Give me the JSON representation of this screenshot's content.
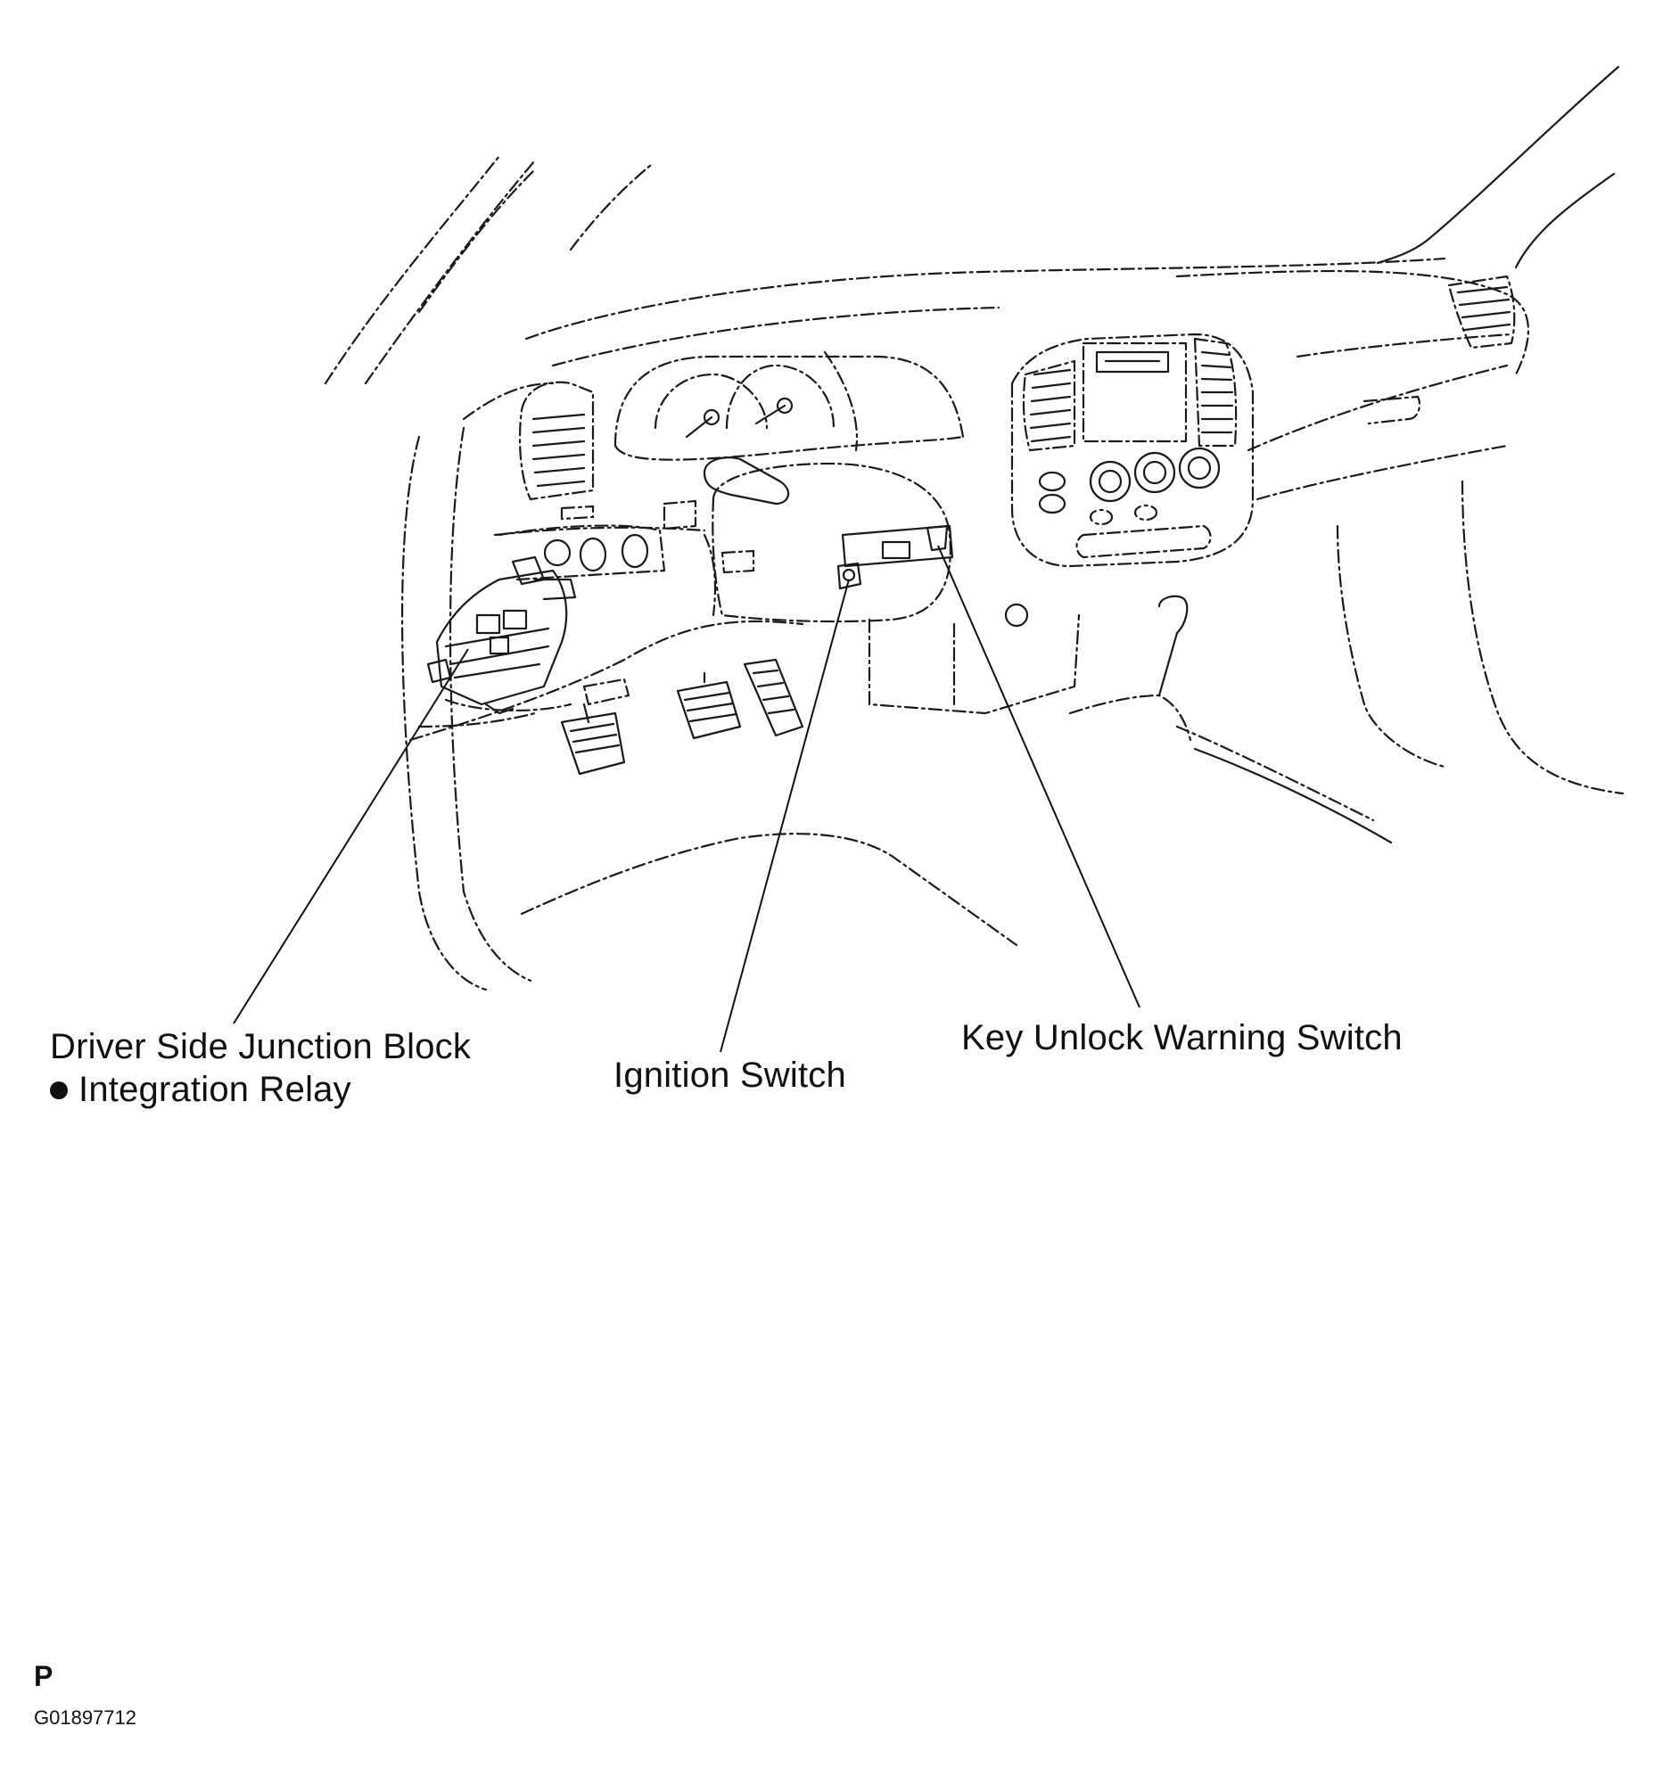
{
  "labels": {
    "junction_block": "Driver Side Junction Block",
    "integration_relay": "Integration Relay",
    "ignition_switch": "Ignition Switch",
    "key_unlock_warning_switch": "Key Unlock Warning Switch"
  },
  "figure_code": {
    "letter": "P",
    "id": "G01897712"
  }
}
